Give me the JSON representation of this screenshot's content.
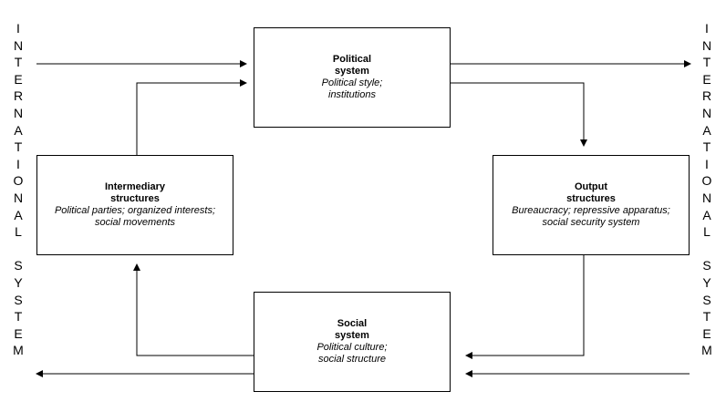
{
  "left_label": [
    "I",
    "N",
    "T",
    "E",
    "R",
    "N",
    "A",
    "T",
    "I",
    "O",
    "N",
    "A",
    "L",
    "",
    "S",
    "Y",
    "S",
    "T",
    "E",
    "M"
  ],
  "right_label": [
    "I",
    "N",
    "T",
    "E",
    "R",
    "N",
    "A",
    "T",
    "I",
    "O",
    "N",
    "A",
    "L",
    "",
    "S",
    "Y",
    "S",
    "T",
    "E",
    "M"
  ],
  "political": {
    "title_line1": "Political",
    "title_line2": "system",
    "sub_line1": "Political style;",
    "sub_line2": "institutions"
  },
  "intermediary": {
    "title_line1": "Intermediary",
    "title_line2": "structures",
    "sub_line1": "Political parties; organized interests;",
    "sub_line2": "social movements"
  },
  "output": {
    "title_line1": "Output",
    "title_line2": "structures",
    "sub_line1": "Bureaucracy; repressive apparatus;",
    "sub_line2": "social security system"
  },
  "social": {
    "title_line1": "Social",
    "title_line2": "system",
    "sub_line1": "Political culture;",
    "sub_line2": "social structure"
  }
}
